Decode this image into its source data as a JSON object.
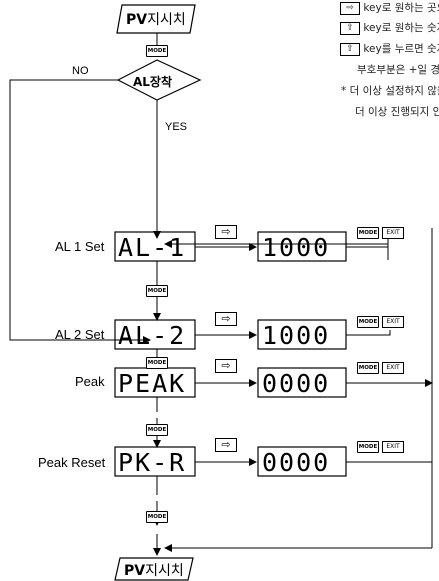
{
  "start_label": {
    "bold": "PV",
    "rest": "지시치"
  },
  "end_label": {
    "bold": "PV",
    "rest": "지시치"
  },
  "keys": {
    "mode": "MODE",
    "exit": "EXIT",
    "right_arrow": "⇨",
    "up_arrow": "⇧"
  },
  "decision": {
    "label": "AL장착",
    "no": "NO",
    "yes": "YES"
  },
  "rows": [
    {
      "label": "AL 1 Set",
      "code": "AL-1",
      "value": "1000"
    },
    {
      "label": "AL 2 Set",
      "code": "AL-2",
      "value": "1000"
    },
    {
      "label": "Peak",
      "code": "PEAK",
      "value": "0000"
    },
    {
      "label": "Peak Reset",
      "code": "PK-R",
      "value": "0000"
    }
  ],
  "notes": [
    "key로 원하는 곳으",
    "key로 원하는 숫자",
    "key를 누르면 숫자",
    "부호부분은 +일 경",
    "* 더 이상 설정하지 않을",
    "더 이상 진행되지 안"
  ]
}
